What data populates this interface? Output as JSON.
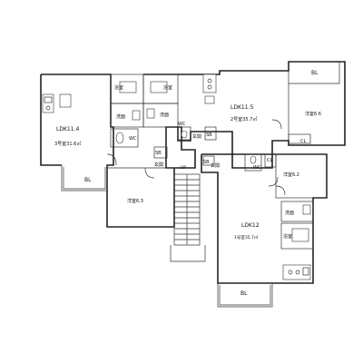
{
  "units": {
    "unit_a": {
      "ldk": "LDK11.4",
      "floor_area": "3号室31.6㎡",
      "bedroom": "洋室6.3",
      "bath": "浴室",
      "wash": "洗面",
      "wc": "WC",
      "entry": "玄関",
      "storage": "SB",
      "balcony": "BL",
      "shoebox": "SB"
    },
    "unit_b": {
      "ldk": "LDK11.5",
      "floor_area": "2号室35.7㎡",
      "bedroom": "洋室6.6",
      "bath": "浴室",
      "wash": "洗面",
      "wc": "WC",
      "entry": "玄関",
      "storage": "SB",
      "closet": "CL",
      "balcony": "BL"
    },
    "unit_c": {
      "ldk": "LDK12",
      "floor_area": "1号室35.7㎡",
      "bedroom": "洋室6.2",
      "bath": "浴室",
      "wash": "洗面",
      "wc": "WC",
      "entry": "玄関",
      "storage": "SB",
      "closet": "CL",
      "balcony": "BL"
    }
  },
  "stairs": {
    "up_label": "UP"
  }
}
